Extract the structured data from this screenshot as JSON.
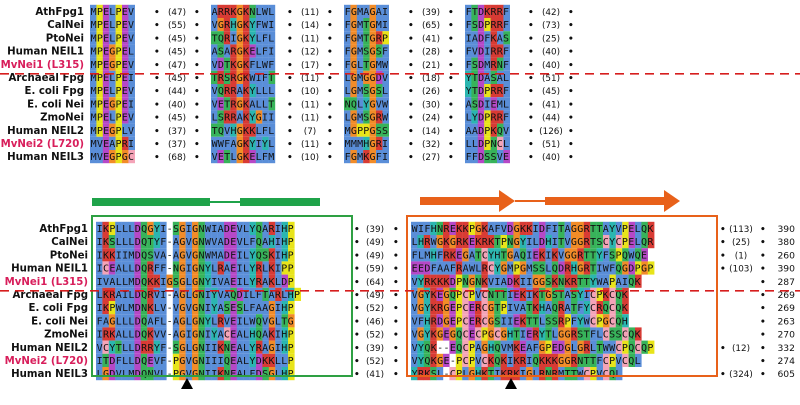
{
  "species_top": [
    "AthFpg1",
    "CalNei",
    "PtoNei",
    "Human NEIL1",
    "MvNei1 (L315)",
    "Archaeal Fpg",
    "E. coli Fpg",
    "E. coli Nei",
    "ZmoNei",
    "Human NEIL2",
    "MvNei2 (L720)",
    "Human NEIL3"
  ],
  "species_bottom": [
    "AthFpg1",
    "CalNei",
    "PtoNei",
    "Human NEIL1",
    "MvNei1 (L315)",
    "Archaeal Fpg",
    "E. coli Fpg",
    "E. coli Nei",
    "ZmoNei",
    "Human NEIL2",
    "MvNei2 (L720)",
    "Human NEIL3"
  ],
  "highlighted_species": [
    "MvNei1 (L315)",
    "MvNei2 (L720)"
  ],
  "top": {
    "block1": [
      "MPELPEV",
      "MPELPEV",
      "MPELPEV",
      "MPEGPEL",
      "MPEGPEV",
      "MPELPEI",
      "MPELPEV",
      "MPEGPEI",
      "MPELPEV",
      "MPEGPLV",
      "MVEAPRI",
      "MVEGPGC"
    ],
    "gap1": [
      "(47)",
      "(55)",
      "(45)",
      "(45)",
      "(47)",
      "(45)",
      "(44)",
      "(40)",
      "(45)",
      "(37)",
      "(37)",
      "(68)"
    ],
    "block2": [
      "ARRKGKNLWL",
      "VGRHGKYFWI",
      "TQRIGKYLFL",
      "ASARGKELFI",
      "VDTKGKFLWF",
      "TRSRGKWIFT",
      "VQRRAKYLLL",
      "VETRGKALLT",
      "LSRRAKYGII",
      "TQVHGKKLFL",
      "WWFAGKYIYL",
      "VETLGKELFM"
    ],
    "gap2": [
      "(11)",
      "(14)",
      "(11)",
      "(12)",
      "(17)",
      "(11)",
      "(10)",
      "(11)",
      "(11)",
      "(7)",
      "(11)",
      "(10)"
    ],
    "block3": [
      "FGMAGAI",
      "FGMTGMI",
      "FGMTGRP",
      "FGMSGSF",
      "FGLTGMW",
      "LGMGGDV",
      "LGMSGSL",
      "NQLYGVW",
      "LGMSGRW",
      "MGPPGSS",
      "MMMHGRI",
      "FGMKGFI"
    ],
    "gap3": [
      "(39)",
      "(65)",
      "(41)",
      "(28)",
      "(21)",
      "(18)",
      "(26)",
      "(30)",
      "(24)",
      "(14)",
      "(32)",
      "(27)"
    ],
    "block4": [
      "FTDKRRF",
      "FSDPRRF",
      "IADFKAS",
      "FVDIRRF",
      "FSDMRNF",
      "YTDASAL",
      "YTDPRRF",
      "ASDIEML",
      "LYDPRRF",
      "AADPKQV",
      "LLDPNCL",
      "FFDSSVE"
    ],
    "gap4": [
      "(42)",
      "(73)",
      "(25)",
      "(40)",
      "(40)",
      "(51)",
      "(45)",
      "(41)",
      "(44)",
      "(126)",
      "(51)",
      "(40)"
    ]
  },
  "bottom": {
    "block1": [
      "IKPLLLDQGYI-SGIGNWIADEVLYQARIHP",
      "IKSLLLDQTYF-AGVGNWVADEVLFQAHIHP",
      "IKKIIMDQSVA-AGVGNWMADEILYQSKIHP",
      "ICEALLDQRFF-NGIGNYLRAEILYRLKIPP",
      "IVALLMDQKKIGSGLGNYIVAEILYRAKLDP",
      "LKRAILDQRVI-AGLGNIYVAQDILFTARLHP",
      "IKPWLMDNKLV-VGVGNIYASESLFAAGIHP",
      "FAGLLLDQAFL-AGLGNYLRVEILWQVGLTG",
      "IRKALLDQKVV-AGIGNIYACEALHQAKIHP",
      "VCYTLLDRRYF-SGLGNIIKNEALYRAGIHP",
      "ITDFLLDQEVF-PGVGNIIIQEALYDKKLLP",
      "LGDVLMDQNVL-PGVGNIIKNEALFDSGLHP"
    ],
    "gap1": [
      "(39)",
      "(49)",
      "(49)",
      "(59)",
      "(64)",
      "(49)",
      "(52)",
      "(46)",
      "(52)",
      "(39)",
      "(52)",
      "(41)"
    ],
    "block2": [
      "WIFHNREKKPGKAFVDGKKIDFITAGGRTTAYVPELQK",
      "LHRWGKGRKEKRKTPNGYILDHITVGGRTSCYCPELQR",
      "FLMHFRKEGATCYHTGAQIEKIKVGGRTTYFSPQWQE",
      "EEDFAAFRAWLRCYGMPGMSSLQDRHGRTIWFQGDPGP",
      "VYRKKKDPNGNKVIADKIIGGSKNKRTTYWAPAIQK",
      "VGYKEGQPCPVCNTTIEKIKTGSTASYICPKCQK",
      "VGYKRGEPCERCGTPIVATKHAQRATFYCRQCQK",
      "VFHRDGEPCERCGSIIEKTTLSSRPFYWCPGCQH",
      "VGYKGEGQCECPGCGHTIERYTLGGRSTFLCSSCQK",
      "VYQK--EQCPAGHQVMKEAFGPEDGLGRLTWWCPQCQP",
      "VYQKGE-PCPVCKQKIKRIQKKKGGRNTTFCPVCQL",
      "YRKSL-CPLGHKTIKRKIGLRNRMTTWCPVCQL"
    ],
    "gap2": [
      "(113)",
      "(25)",
      "(1)",
      "(103)",
      "",
      "",
      "",
      "",
      "",
      "(12)",
      "",
      "(324)"
    ],
    "end": [
      "390",
      "380",
      "260",
      "390",
      "287",
      "269",
      "269",
      "263",
      "270",
      "332",
      "274",
      "605"
    ]
  },
  "icons": [
    "green-bar-helix-icon",
    "orange-arrow-strand-icon",
    "black-triangle-marker-icon"
  ],
  "colors": {
    "outline_green": "#2ea043",
    "outline_orange": "#e8611a",
    "dashed_red": "#d61e1e",
    "highlight_magenta": "#d81e5b",
    "bold_blue": "#1f57c7"
  }
}
